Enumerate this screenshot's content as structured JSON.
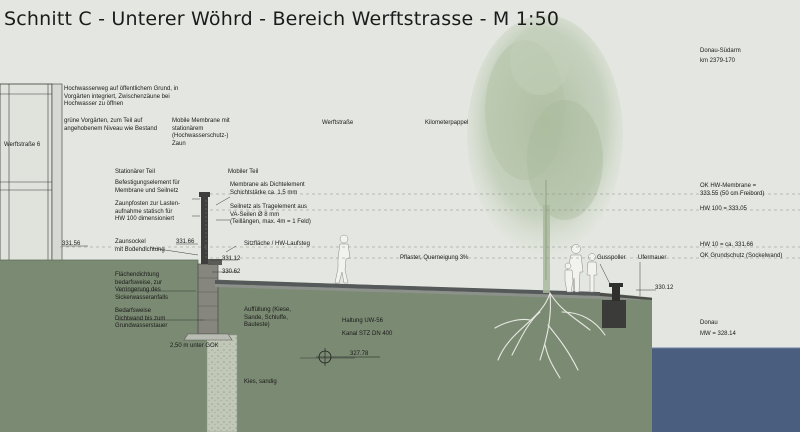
{
  "title": "Schnitt C - Unterer Wöhrd - Bereich Werftstrasse - M 1:50",
  "colors": {
    "sky": "#e4e7e1",
    "soil": "#7b8a72",
    "soil_dark": "#6d7c66",
    "water": "#4a5f80",
    "wall": "#8a8a84",
    "road": "#56595a",
    "tree": "#b9c6ae"
  },
  "labels": {
    "hochwasserweg": "Hochwasserweg auf öffentlichem Grund, in\nVorgärten integriert, Zwischenzäune bei\nHochwasser zu öffnen",
    "vorgaerten": "grüne Vorgärten, zum Teil auf\nangehobenem Niveau wie Bestand",
    "werftstrasse_6": "Werftstraße 6",
    "mobile_membrane": "Mobile Membrane mit\nstationärem\n(Hochwasserschutz-)\nZaun",
    "werftstrasse": "Werftstraße",
    "kilometerpappel": "Kilometerpappel",
    "donau_suedarm": "Donau-Südarm",
    "km": "km 2379-170",
    "stationaerer_teil": "Stationärer Teil",
    "mobiler_teil": "Mobiler Teil",
    "befestigung": "Befestigungselement für\nMembrane und Seilnetz",
    "zaunpfosten": "Zaunpfosten zur Lasten-\naufnahme statisch für\nHW 100 dimensioniert",
    "membrane_dicht": "Membrane als Dichtelement\nSchichtstärke ca. 1,5 mm",
    "seilnetz": "Seilnetz als Tragelement aus\nVA-Seilen Ø 8 mm\n(Teillängen, max. 4m = 1 Feld)",
    "ok_hw_membrane": "OK HW-Membrane =\n333.55 (50 cm Freibord)",
    "hw100": "HW 100 = 333.05",
    "zaunsockel": "Zaunsockel\nmit Bodendichtung",
    "el_331_56": "331.56",
    "el_331_66": "331.66",
    "sitzflaeche": "Sitzfläche / HW-Laufsteg",
    "el_331_12": "331.12",
    "el_330_62": "330.62",
    "pflaster": "Pflaster, Querneigung 3%",
    "gusspoller": "Gusspoller",
    "ufermauer": "Ufermauer",
    "hw10": "HW 10 = ca. 331.66",
    "ok_grundschutz": "OK Grundschutz (Sockelwand)",
    "flaechendichtung": "Flächendichtung\nbedarfsweise, zur\nVerringerung des\nSickerwasseranfalls",
    "el_330_12": "330.12",
    "bedarfsweise": "Bedarfsweise\nDichtwand bis zum\nGrundwasserstauer",
    "auffuellung": "Auffüllung (Kiese,\nSande, Schluffe,\nBauteste)",
    "haltung": "Haltung UW-56",
    "kanal": "Kanal STZ DN 400",
    "donau": "Donau",
    "mw": "MW = 328.14",
    "gok": "2,50 m unter GOK",
    "el_327_78": "327.78",
    "kies": "Kies, sandig"
  }
}
